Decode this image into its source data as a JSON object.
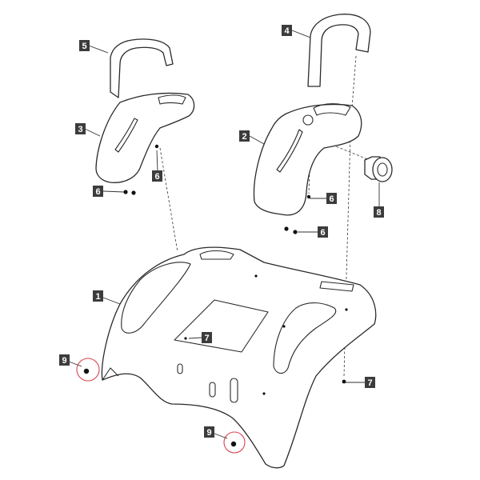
{
  "callouts": {
    "c1": "1",
    "c2": "2",
    "c3": "3",
    "c4": "4",
    "c5": "5",
    "c6a": "6",
    "c6b": "6",
    "c6c": "6",
    "c6d": "6",
    "c7a": "7",
    "c7b": "7",
    "c8": "8",
    "c9a": "9",
    "c9b": "9"
  },
  "colors": {
    "callout_box": "#3c3c3c",
    "highlight_ring": "#d9434f"
  }
}
